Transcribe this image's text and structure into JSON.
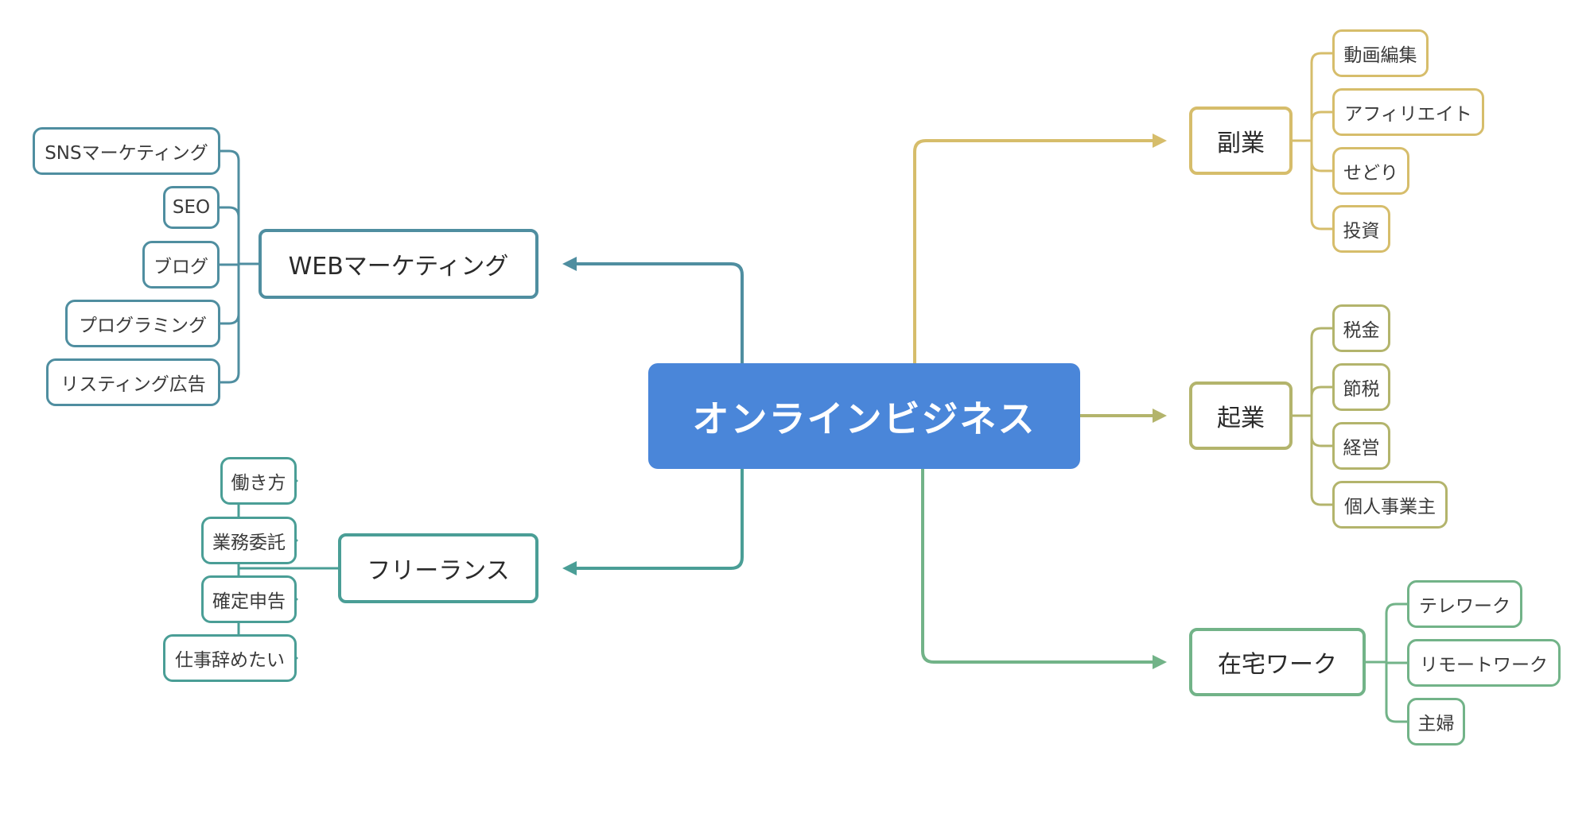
{
  "diagram": {
    "root": {
      "label": "オンラインビジネス",
      "color": "#4a86d9"
    },
    "branches": [
      {
        "id": "web",
        "label": "WEBマーケティング",
        "color": "#4f8ea0",
        "children": [
          "SNSマーケティング",
          "SEO",
          "ブログ",
          "プログラミング",
          "リスティング広告"
        ]
      },
      {
        "id": "freelance",
        "label": "フリーランス",
        "color": "#4a9e96",
        "children": [
          "働き方",
          "業務委託",
          "確定申告",
          "仕事辞めたい"
        ]
      },
      {
        "id": "fukugyo",
        "label": "副業",
        "color": "#d6bd6b",
        "children": [
          "動画編集",
          "アフィリエイト",
          "せどり",
          "投資"
        ]
      },
      {
        "id": "kigyo",
        "label": "起業",
        "color": "#b3b46c",
        "children": [
          "税金",
          "節税",
          "経営",
          "個人事業主"
        ]
      },
      {
        "id": "zaitaku",
        "label": "在宅ワーク",
        "color": "#72b388",
        "children": [
          "テレワーク",
          "リモートワーク",
          "主婦"
        ]
      }
    ]
  }
}
